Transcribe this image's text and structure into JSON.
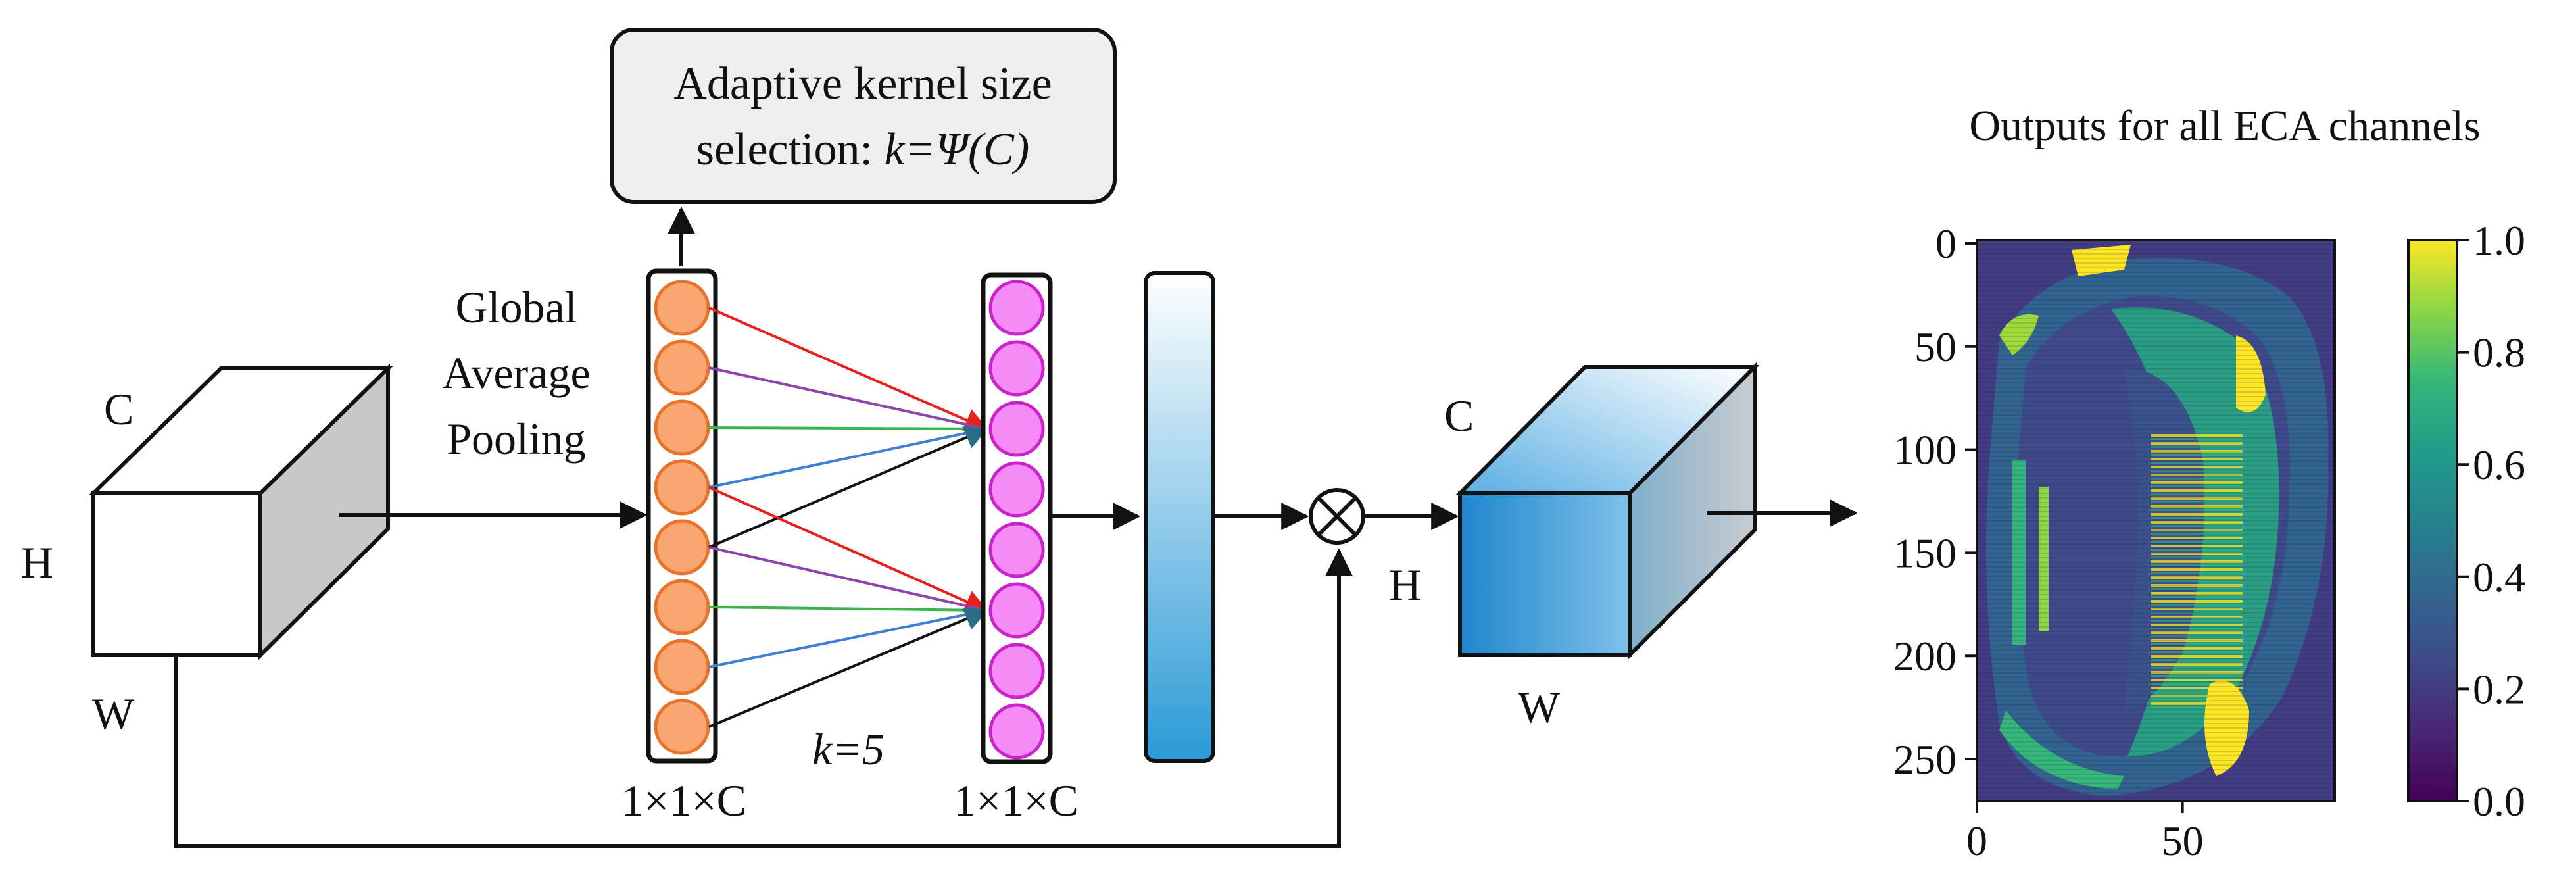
{
  "top_box": {
    "line1": "Adaptive kernel size",
    "line2_prefix": "selection: ",
    "line2_formula": "k=Ψ(C)"
  },
  "left_block": {
    "c": "C",
    "h": "H",
    "w": "W"
  },
  "gap_label": {
    "line1": "Global",
    "line2": "Average",
    "line3": "Pooling"
  },
  "vector1_label": "1×1×C",
  "vector2_label": "1×1×C",
  "kernel_label": "k=5",
  "multiply_symbol": "⊗",
  "right_block": {
    "c": "C",
    "h": "H",
    "w": "W"
  },
  "heatmap": {
    "title": "Outputs for all ECA channels",
    "y_ticks": [
      "0",
      "50",
      "100",
      "150",
      "200",
      "250"
    ],
    "x_ticks": [
      "0",
      "50"
    ],
    "colorbar_ticks": [
      "1.0",
      "0.8",
      "0.6",
      "0.4",
      "0.2",
      "0.0"
    ]
  },
  "colors": {
    "node_orange": "#f9a671",
    "node_orange_stroke": "#e8732c",
    "node_magenta": "#f58cf5",
    "node_magenta_stroke": "#cc22cc",
    "conn_red": "#e8201c",
    "conn_purple": "#8e44ad",
    "conn_green": "#3cb44b",
    "conn_blue": "#3f7fd6",
    "conn_black": "#111111",
    "output_block_front": "#2f95d8",
    "attention_bar": "#2a9ad6"
  }
}
